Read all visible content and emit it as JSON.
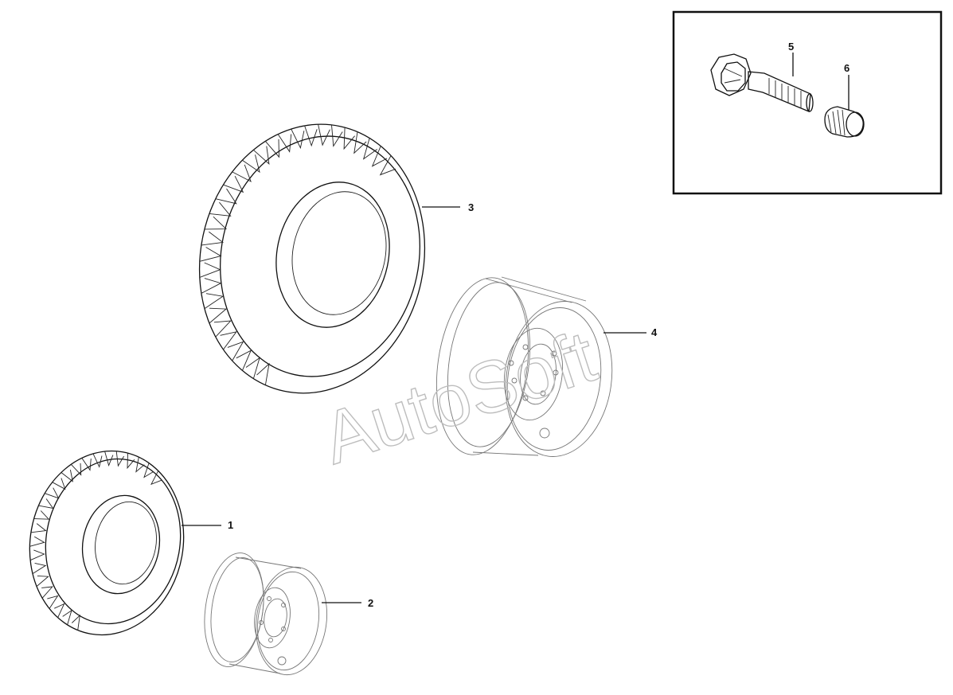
{
  "diagram": {
    "watermark": "AutoSoft",
    "callouts": [
      {
        "id": "1",
        "label": "1",
        "part": "small-tire"
      },
      {
        "id": "2",
        "label": "2",
        "part": "small-wheel-rim"
      },
      {
        "id": "3",
        "label": "3",
        "part": "large-tire"
      },
      {
        "id": "4",
        "label": "4",
        "part": "large-wheel-rim"
      },
      {
        "id": "5",
        "label": "5",
        "part": "wheel-bolt"
      },
      {
        "id": "6",
        "label": "6",
        "part": "bolt-cap"
      }
    ]
  }
}
